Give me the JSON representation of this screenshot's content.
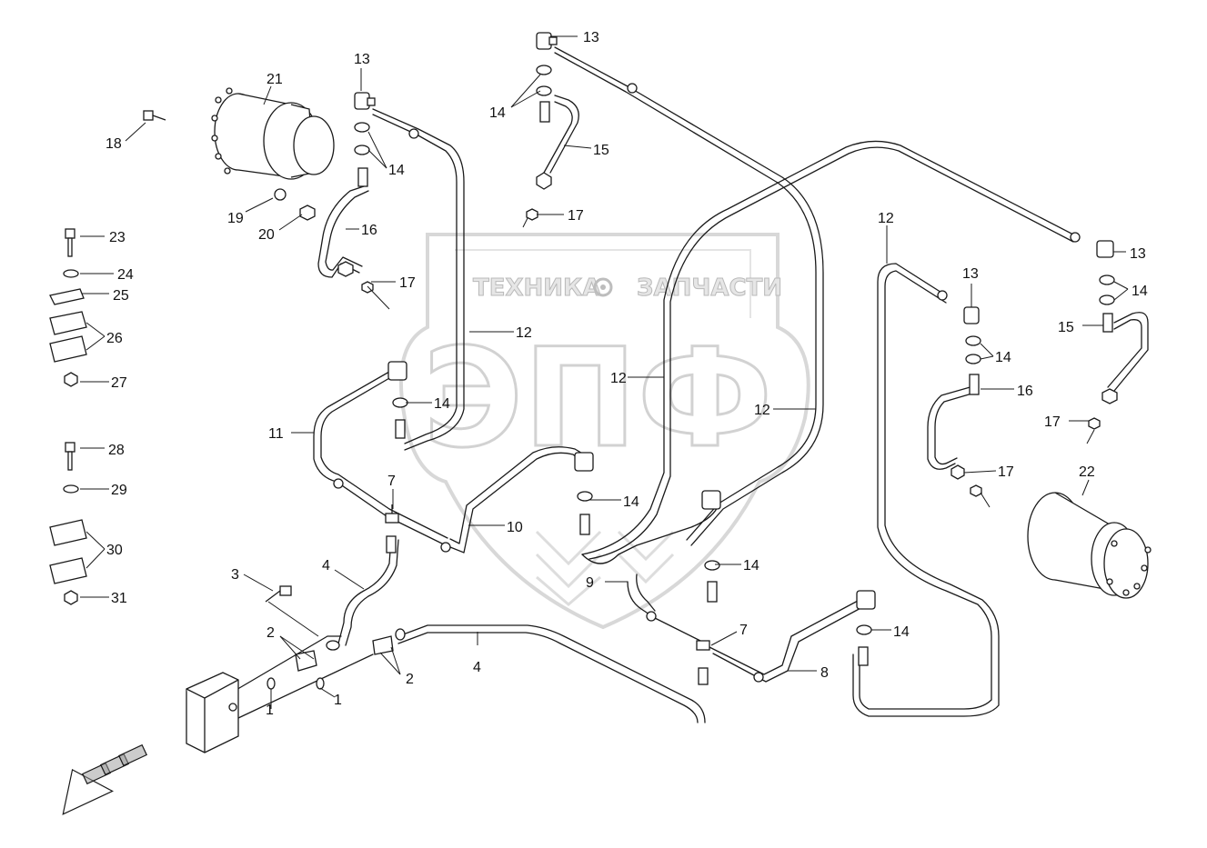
{
  "watermark": {
    "top_left": "ТЕХНИКА",
    "top_right": "ЗАПЧАСТИ",
    "big": "ЭПФ"
  },
  "callouts": [
    "1",
    "1",
    "2",
    "2",
    "3",
    "4",
    "4",
    "7",
    "7",
    "8",
    "9",
    "10",
    "11",
    "12",
    "12",
    "12",
    "12",
    "12",
    "13",
    "13",
    "13",
    "13",
    "14",
    "14",
    "14",
    "14",
    "14",
    "14",
    "14",
    "14",
    "15",
    "15",
    "16",
    "16",
    "17",
    "17",
    "17",
    "17",
    "18",
    "19",
    "20",
    "21",
    "22",
    "23",
    "24",
    "25",
    "26",
    "27",
    "28",
    "29",
    "30",
    "31"
  ],
  "icons": [
    "hydraulic-motor-icon",
    "valve-block-icon",
    "direction-arrow-icon",
    "bolt-icon",
    "washer-icon",
    "nut-icon",
    "pipe-clamp-icon"
  ]
}
